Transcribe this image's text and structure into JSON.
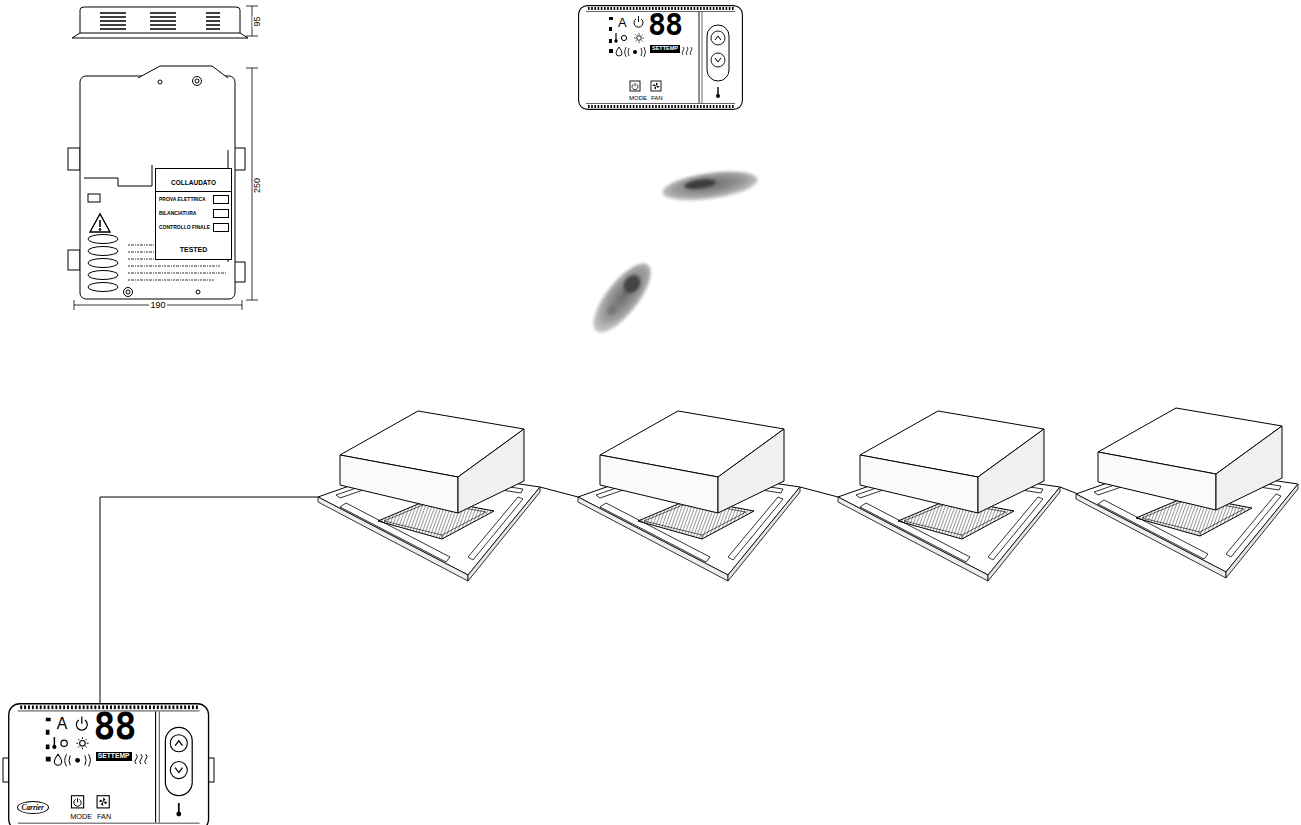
{
  "diagram": {
    "nodes": [
      {
        "text": [
          "COLLAUDATO",
          "PROVA ELETTRICA",
          "BILANCIATURA",
          "CONTROLLO FINALE",
          "TESTED"
        ]
      },
      {
        "text": [
          "A",
          "88",
          "SETTEMP",
          "MODE",
          "FAN"
        ]
      },
      {
        "text": [
          "A",
          "88",
          "SETTEMP",
          "Carrier",
          "MODE",
          "FAN"
        ]
      }
    ],
    "labels": [
      "95",
      "250",
      "190"
    ]
  }
}
